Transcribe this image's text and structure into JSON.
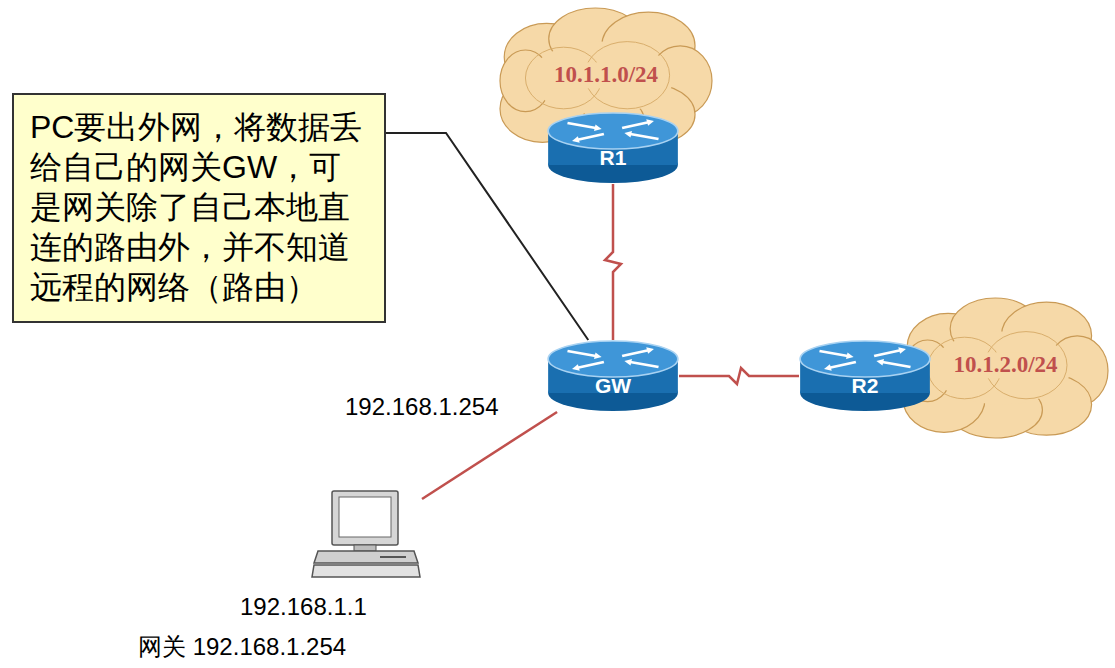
{
  "diagram": {
    "nodes": [
      {
        "text": [
          "10.1.1.0/24"
        ]
      },
      {
        "text": [
          "R1"
        ]
      },
      {
        "text": [
          "PC要出外网，将数据丢给自己的网关GW，可是网关除了自己本地直连的路由外，并不知道远程的网络（路由）"
        ]
      },
      {
        "text": [
          "GW"
        ]
      },
      {
        "text": [
          "10.1.2.0/24"
        ]
      },
      {
        "text": [
          "R2"
        ]
      },
      {
        "text": [
          "192.168.1.1",
          "网关 192.168.1.254"
        ]
      }
    ],
    "edges": [
      {
        "from": 2,
        "to": 3,
        "arrow": "none"
      },
      {
        "from": 3,
        "to": 1,
        "arrow": "none"
      },
      {
        "from": 3,
        "to": 5,
        "arrow": "none"
      },
      {
        "from": 3,
        "to": 6,
        "arrow": "none"
      }
    ],
    "labels": [
      "192.168.1.254"
    ]
  }
}
